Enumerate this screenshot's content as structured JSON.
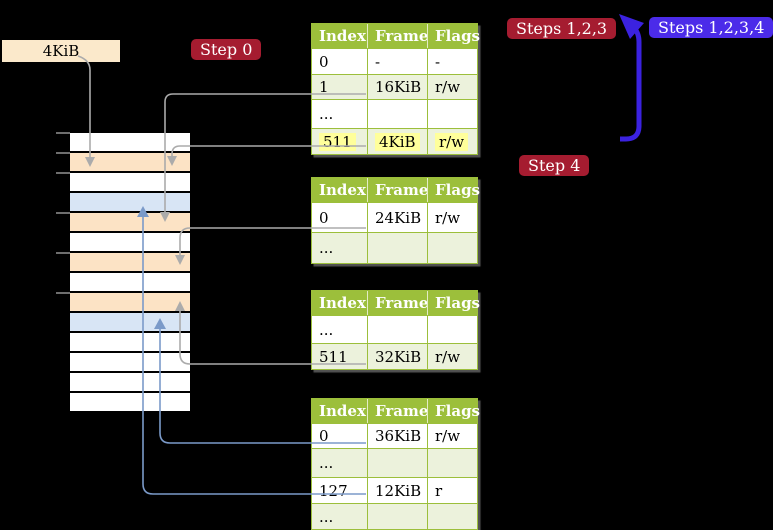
{
  "memory_label": "4KiB",
  "badges": {
    "step0": "Step 0",
    "steps123": "Steps 1,2,3",
    "steps1234": "Steps 1,2,3,4",
    "step4": "Step 4"
  },
  "page_tables": [
    {
      "headers": [
        "Index",
        "Frame",
        "Flags"
      ],
      "rows": [
        {
          "cells": [
            "0",
            "-",
            "-"
          ],
          "highlight": false
        },
        {
          "cells": [
            "1",
            "16KiB",
            "r/w"
          ],
          "highlight": false
        },
        {
          "cells": [
            "...",
            "",
            ""
          ],
          "highlight": false
        },
        {
          "cells": [
            "511",
            "4KiB",
            "r/w"
          ],
          "highlight": true
        }
      ]
    },
    {
      "headers": [
        "Index",
        "Frame",
        "Flags"
      ],
      "rows": [
        {
          "cells": [
            "0",
            "24KiB",
            "r/w"
          ],
          "highlight": false
        },
        {
          "cells": [
            "...",
            "",
            ""
          ],
          "highlight": false
        }
      ]
    },
    {
      "headers": [
        "Index",
        "Frame",
        "Flags"
      ],
      "rows": [
        {
          "cells": [
            "...",
            "",
            ""
          ],
          "highlight": false
        },
        {
          "cells": [
            "511",
            "32KiB",
            "r/w"
          ],
          "highlight": false
        }
      ]
    },
    {
      "headers": [
        "Index",
        "Frame",
        "Flags"
      ],
      "rows": [
        {
          "cells": [
            "0",
            "36KiB",
            "r/w"
          ],
          "highlight": false
        },
        {
          "cells": [
            "...",
            "",
            ""
          ],
          "highlight": false
        },
        {
          "cells": [
            "127",
            "12KiB",
            "r"
          ],
          "highlight": false
        },
        {
          "cells": [
            "...",
            "",
            ""
          ],
          "highlight": false
        }
      ]
    }
  ],
  "memory_rows": [
    "white",
    "orange",
    "white",
    "blue",
    "orange",
    "white",
    "orange",
    "white",
    "orange",
    "blue",
    "white",
    "white",
    "white",
    "white"
  ],
  "colors": {
    "table_header_green": "#9CBF3B",
    "table_row_green": "#ECF2DC",
    "highlight_yellow": "#FFFF9B",
    "frame_orange": "#FCE3C5",
    "frame_blue": "#D8E5F5",
    "badge_crimson": "#A51C30",
    "badge_blueviolet": "#4B2BE9",
    "connector_gray": "#ABABAB",
    "connector_blue": "#7B9AC9",
    "arrow_blue": "#3B22E0",
    "label_cream": "#FBE9CB"
  }
}
